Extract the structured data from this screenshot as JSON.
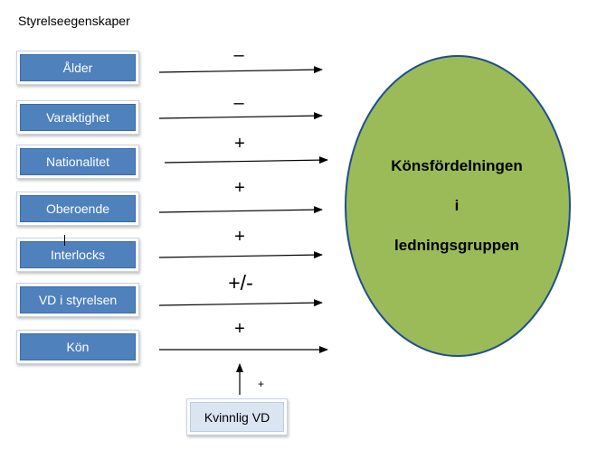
{
  "heading": "Styrelseegenskaper",
  "factors": [
    {
      "label": "Ålder",
      "sign": "–"
    },
    {
      "label": "Varaktighet",
      "sign": "–"
    },
    {
      "label": "Nationalitet",
      "sign": "+"
    },
    {
      "label": "Oberoende",
      "sign": "+"
    },
    {
      "label": "Interlocks",
      "sign": "+"
    },
    {
      "label": "VD i styrelsen",
      "sign": "+/-"
    },
    {
      "label": "Kön",
      "sign": "+"
    }
  ],
  "female_ceo": {
    "label": "Kvinnlig VD",
    "sign": "+"
  },
  "outcome": {
    "line1": "Könsfördelningen",
    "line2": "i",
    "line3": "ledningsgruppen"
  },
  "colors": {
    "factor_box": "#4f81bd",
    "female_ceo_box": "#dbe5f1",
    "outcome_ellipse": "#9bbb59"
  }
}
